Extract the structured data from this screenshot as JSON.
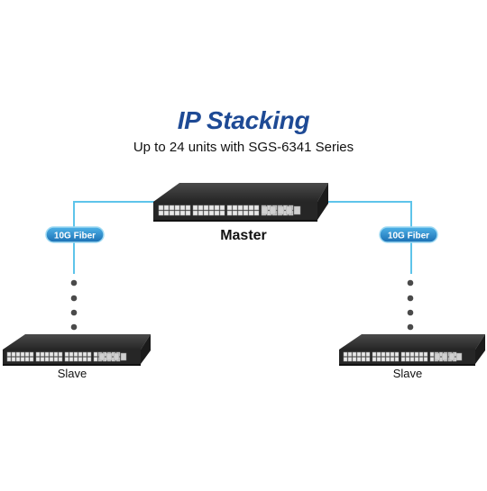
{
  "diagram": {
    "title": "IP Stacking",
    "subtitle": "Up to 24 units with SGS-6341 Series",
    "master_label": "Master",
    "slave_label_left": "Slave",
    "slave_label_right": "Slave",
    "link_label_left": "10G Fiber",
    "link_label_right": "10G Fiber"
  },
  "colors": {
    "title": "#1e4a95",
    "link_line": "#5ec4ea",
    "badge_fill": "#1f7fc2",
    "badge_border": "#9fdaf3",
    "switch_body": "#2b2b2b",
    "switch_top": "#3c3c3c",
    "dots": "#4a4a4a"
  }
}
